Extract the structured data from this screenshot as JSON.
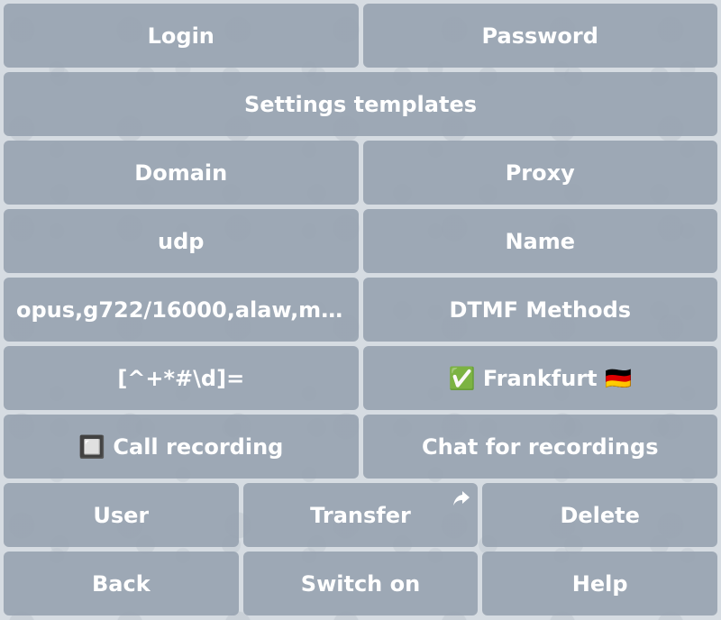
{
  "keyboard": {
    "row1": {
      "login": "Login",
      "password": "Password"
    },
    "row2": {
      "settings_templates": "Settings templates"
    },
    "row3": {
      "domain": "Domain",
      "proxy": "Proxy"
    },
    "row4": {
      "transport": "udp",
      "name": "Name"
    },
    "row5": {
      "codecs": "opus,g722/16000,alaw,mul…",
      "dtmf_methods": "DTMF Methods"
    },
    "row6": {
      "dialplan": "[^+*#\\d]=",
      "server": "✅ Frankfurt 🇩🇪"
    },
    "row7": {
      "call_recording": "🔲 Call recording",
      "chat_for_recordings": "Chat for recordings"
    },
    "row8": {
      "user": "User",
      "transfer": "Transfer",
      "delete": "Delete",
      "transfer_icon": "forward-arrow-icon"
    },
    "row9": {
      "back": "Back",
      "switch_on": "Switch on",
      "help": "Help"
    }
  }
}
